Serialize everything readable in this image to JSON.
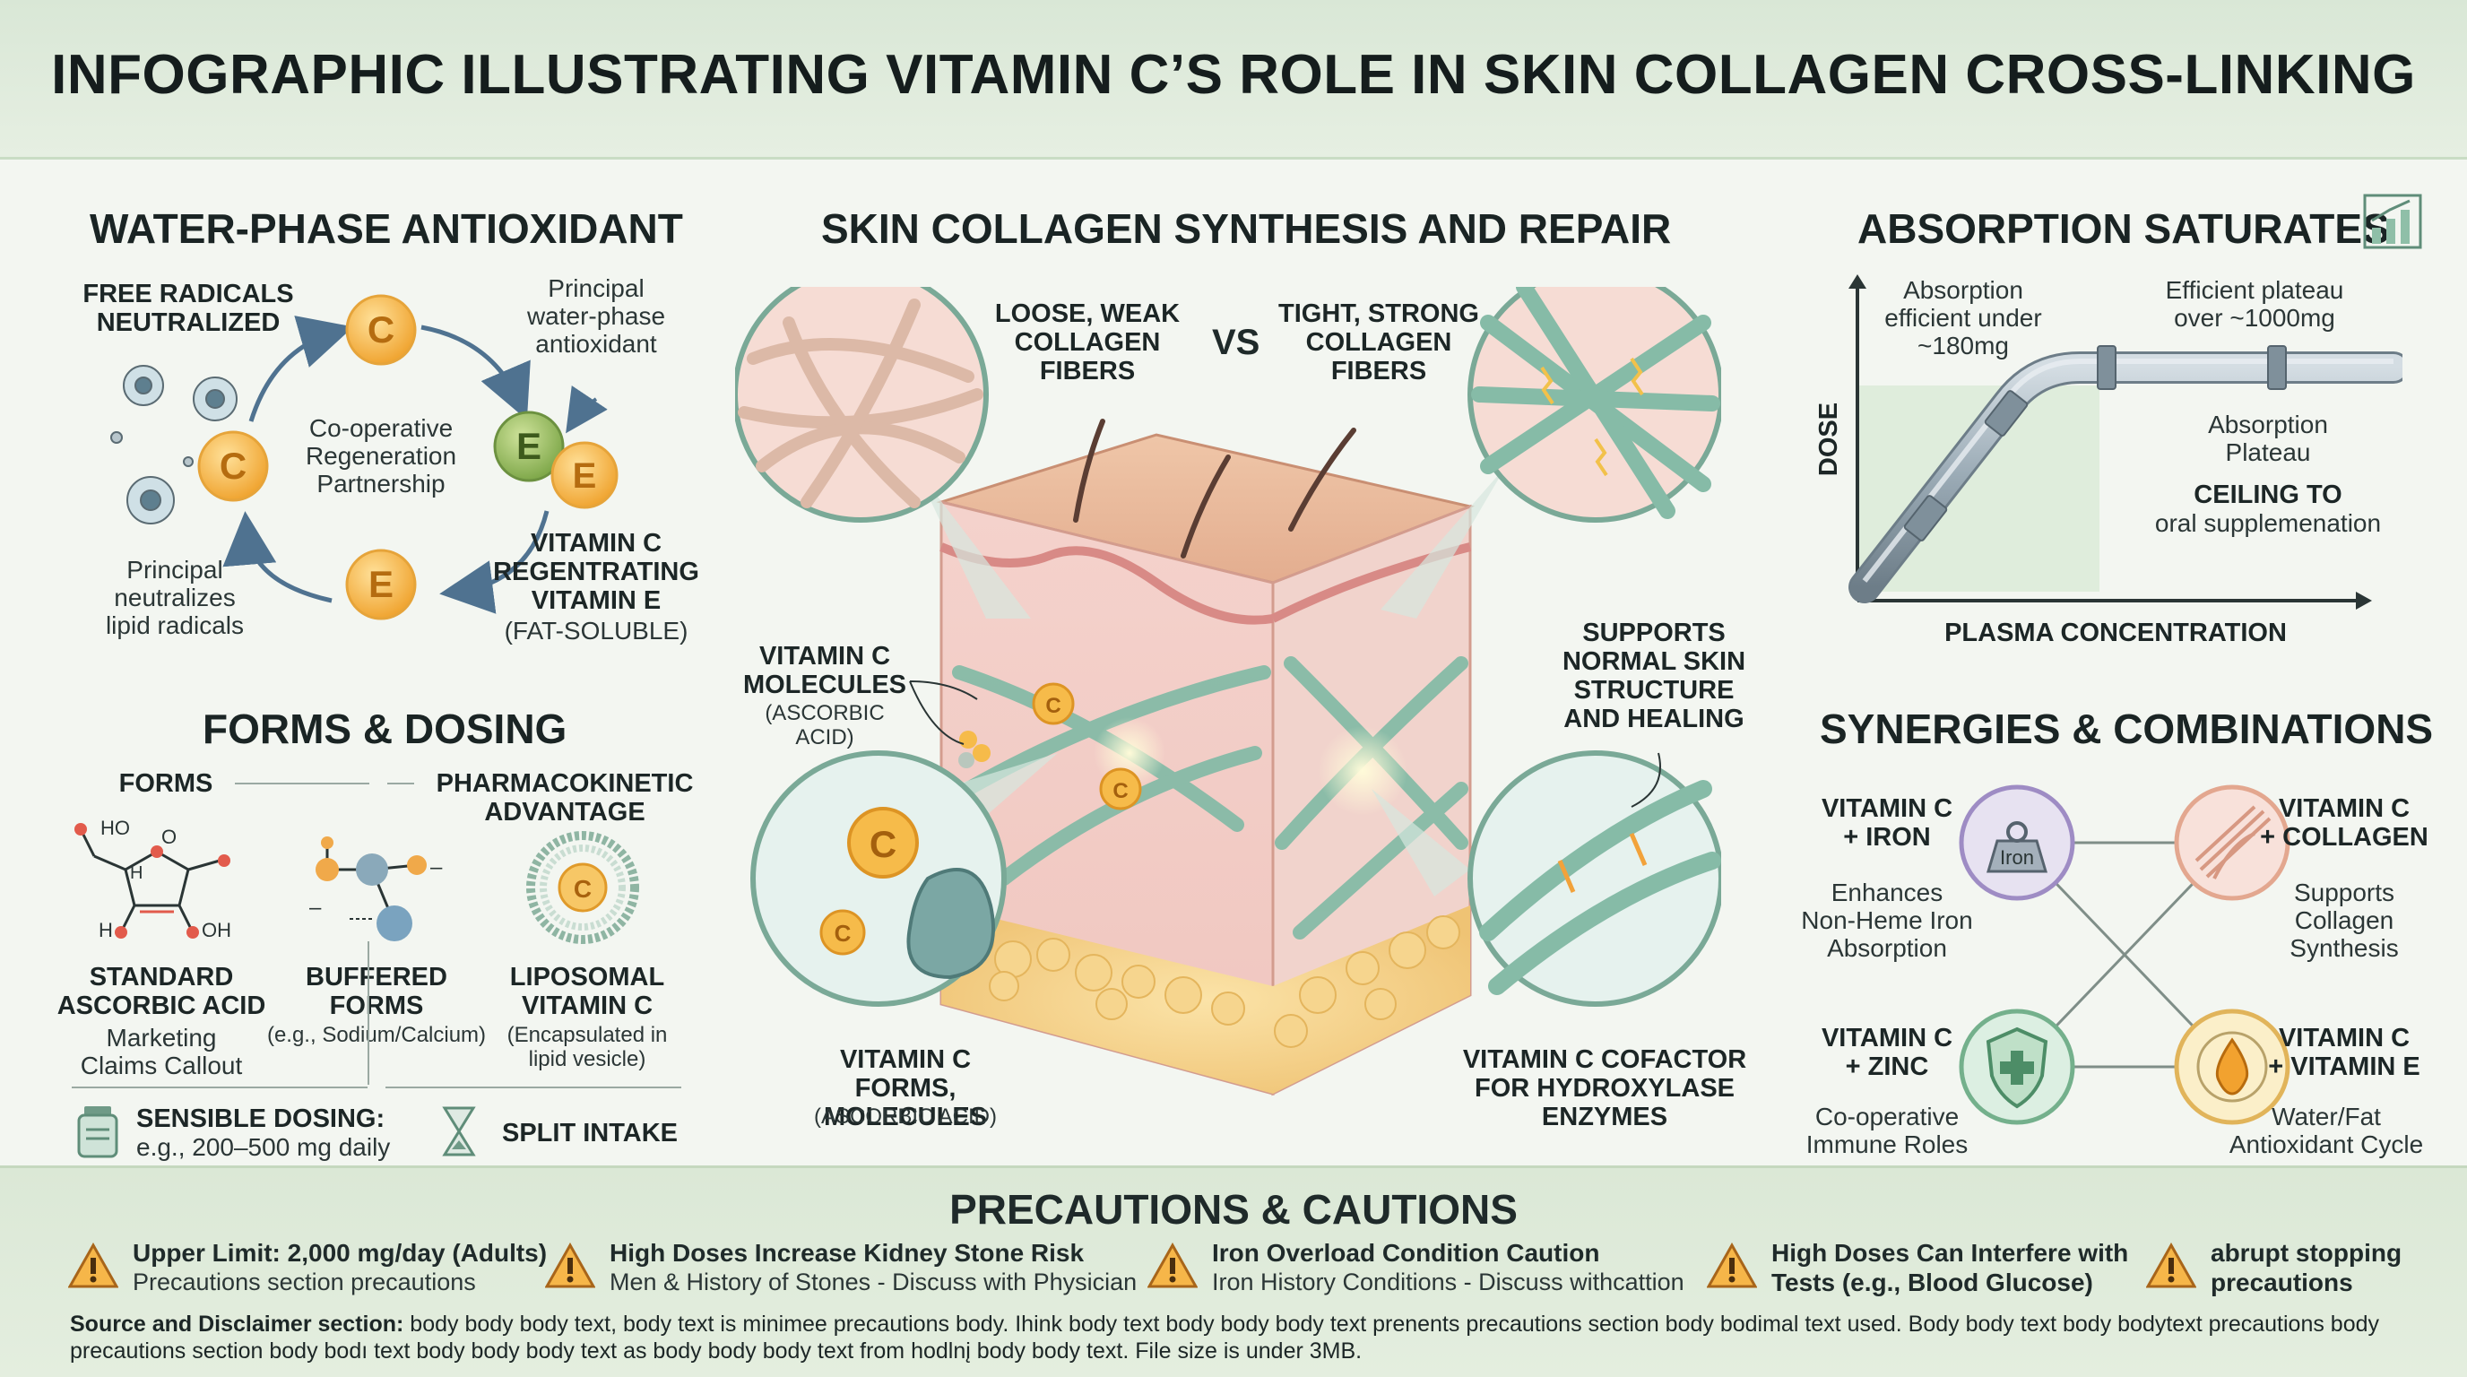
{
  "title": "INFOGRAPHIC ILLUSTRATING VITAMIN C’S ROLE IN SKIN COLLAGEN CROSS-LINKING",
  "antioxidant": {
    "heading": "WATER-PHASE ANTIOXIDANT",
    "free_radicals_label": "FREE RADICALS\nNEUTRALIZED",
    "principal_label": "Principal\nwater-phase\nantioxidant",
    "center_label": "Co-operative\nRegeneration\nPartnership",
    "lipid_label": "Principal\nneutralizes\nlipid radicals",
    "regen_label": "VITAMIN C\nREGENTRATING\nVITAMIN E",
    "fat_soluble": "(FAT-SOLUBLE)",
    "c_letter": "C",
    "e_letter": "E"
  },
  "forms": {
    "heading": "FORMS & DOSING",
    "forms_label": "FORMS",
    "pk_label": "PHARMACOKINETIC\nADVANTAGE",
    "standard_title": "STANDARD\nASCORBIC ACID",
    "standard_sub": "Marketing\nClaims Callout",
    "buffered_title": "BUFFERED\nFORMS",
    "buffered_sub": "(e.g., Sodium/Calcium)",
    "liposomal_title": "LIPOSOMAL\nVITAMIN C",
    "liposomal_sub": "(Encapsulated in\nlipid vesicle)",
    "sensible_title": "SENSIBLE DOSING:",
    "sensible_sub": "e.g., 200–500 mg daily",
    "split_label": "SPLIT INTAKE",
    "atom_ho": "HO",
    "atom_h": "H",
    "atom_oh": "OH",
    "atom_o": "O",
    "minus": "–"
  },
  "center": {
    "heading": "SKIN COLLAGEN SYNTHESIS AND REPAIR",
    "loose_label": "LOOSE, WEAK\nCOLLAGEN\nFIBERS",
    "vs": "VS",
    "tight_label": "TIGHT, STRONG\nCOLLAGEN\nFIBERS",
    "molecules_label": "VITAMIN C\nMOLECULES",
    "molecules_sub": "(ASCORBIC\nACID)",
    "supports_label": "SUPPORTS\nNORMAL SKIN\nSTRUCTURE\nAND HEALING",
    "forms_label": "VITAMIN C\nFORMS, MOLECULES",
    "forms_sub": "(ASCORBIC ACID)",
    "cofactor_label": "VITAMIN C COFACTOR\nFOR HYDROXYLASE\nENZYMES"
  },
  "absorption": {
    "heading": "ABSORPTION SATURATES",
    "efficient_under": "Absorption\nefficient under\n~180mg",
    "plateau_over": "Efficient plateau\nover ~1000mg",
    "plateau_label": "Absorption\nPlateau",
    "ceiling_title": "CEILING TO",
    "ceiling_sub": "oral supplemenation",
    "y_axis": "DOSE",
    "x_axis": "PLASMA CONCENTRATION"
  },
  "synergies": {
    "heading": "SYNERGIES & COMBINATIONS",
    "iron_title": "VITAMIN C\n+ IRON",
    "iron_sub": "Enhances\nNon-Heme Iron\nAbsorption",
    "iron_badge": "Iron",
    "collagen_title": "VITAMIN C\n+ COLLAGEN",
    "collagen_sub": "Supports\nCollagen\nSynthesis",
    "zinc_title": "VITAMIN C\n+ ZINC",
    "zinc_sub": "Co-operative\nImmune Roles",
    "vite_title": "VITAMIN C\n+ VITAMIN E",
    "vite_sub": "Water/Fat\nAntioxidant Cycle"
  },
  "precautions": {
    "heading": "PRECAUTIONS & CAUTIONS",
    "items": [
      {
        "title": "Upper Limit: 2,000 mg/day (Adults)",
        "sub": "Precautions section precautions"
      },
      {
        "title": "High Doses Increase Kidney Stone Risk",
        "sub": "Men & History of Stones - Discuss with Physician"
      },
      {
        "title": "Iron Overload Condition Caution",
        "sub": "Iron History Conditions - Discuss withcattion"
      },
      {
        "title": "High Doses Can Interfere with",
        "sub": "Tests (e.g., Blood Glucose)"
      },
      {
        "title": "abrupt stopping",
        "sub": "precautions"
      }
    ],
    "source_label": "Source and Disclaimer section:",
    "source_text": " body body body text, body text is minimee precautions body. Ihink body text body body body text prenents precautions section body bodimal text used. Body body text body bodytext precautions body precautions section body bodı text body body body text as body body body text from hodlnį body body text. File size is under 3MB."
  },
  "colors": {
    "vitamin_c": "#f2b13c",
    "vitamin_e": "#8db35a",
    "collagen": "#8fc2ab",
    "skin": "#e8b8a6",
    "accent_green": "#d9e7d6",
    "warning": "#f0a23a"
  }
}
